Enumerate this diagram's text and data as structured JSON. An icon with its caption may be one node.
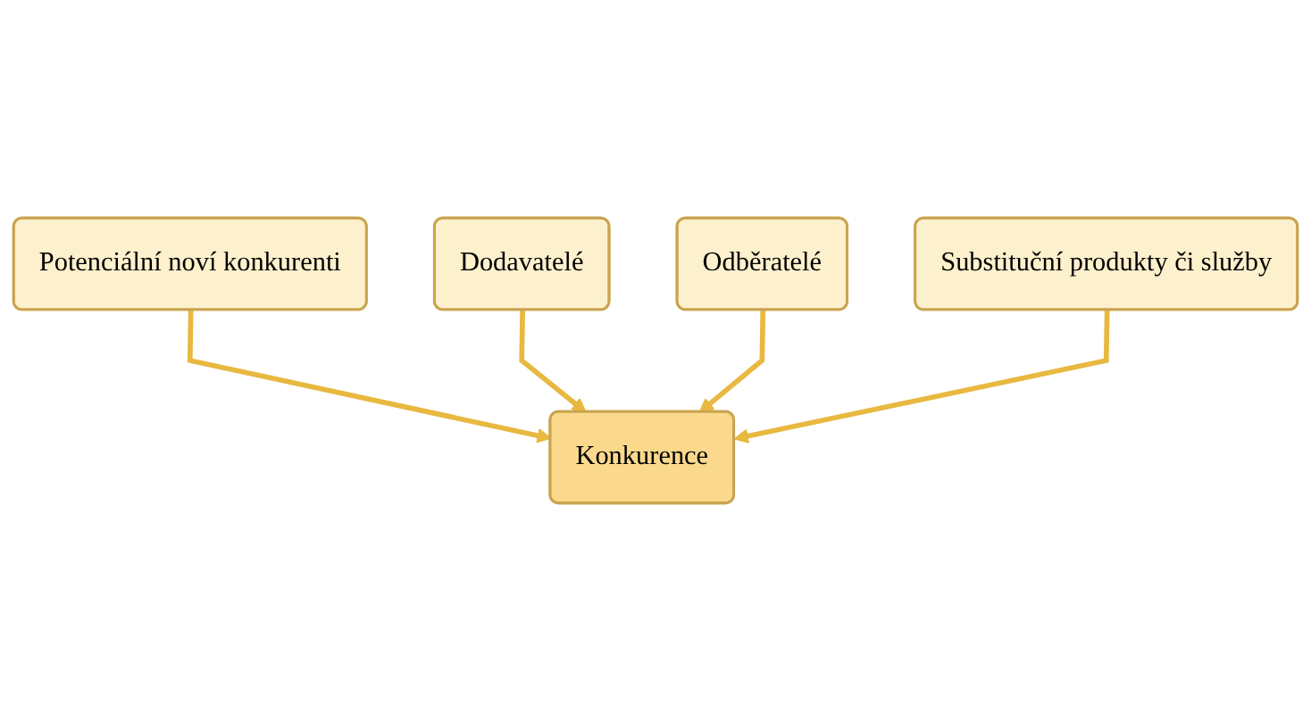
{
  "diagram": {
    "nodes": [
      {
        "text": [
          "Potenciální noví konkurenti"
        ]
      },
      {
        "text": [
          "Dodavatelé"
        ]
      },
      {
        "text": [
          "Konkurence"
        ]
      },
      {
        "text": [
          "Odběratelé"
        ]
      },
      {
        "text": [
          "Substituční produkty či služby"
        ]
      }
    ],
    "edges": [
      {
        "from": 0,
        "to": 2,
        "arrow": "to"
      },
      {
        "from": 1,
        "to": 2,
        "arrow": "to"
      },
      {
        "from": 3,
        "to": 2,
        "arrow": "to"
      },
      {
        "from": 4,
        "to": 2,
        "arrow": "to"
      }
    ]
  }
}
